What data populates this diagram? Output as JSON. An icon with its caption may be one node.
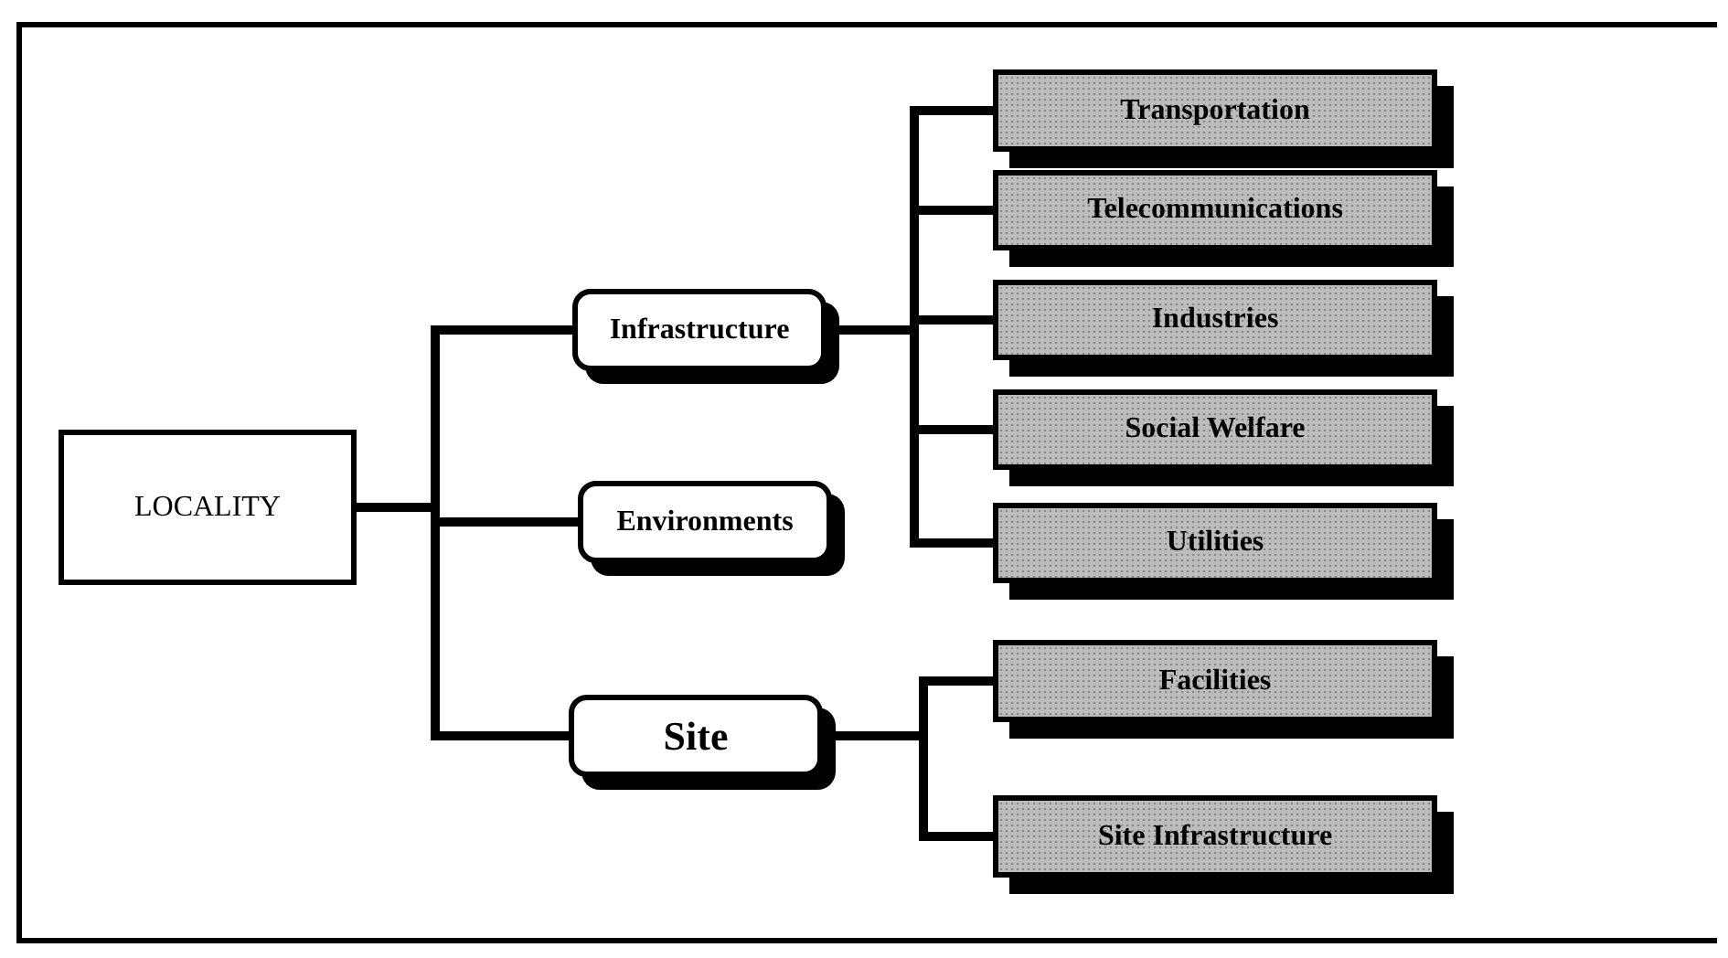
{
  "diagram": {
    "nodes": [
      {
        "text": [
          "LOCALITY"
        ]
      },
      {
        "text": [
          "Infrastructure"
        ]
      },
      {
        "text": [
          "Environments"
        ]
      },
      {
        "text": [
          "Site"
        ]
      },
      {
        "text": [
          "Transportation"
        ]
      },
      {
        "text": [
          "Telecommunications"
        ]
      },
      {
        "text": [
          "Industries"
        ]
      },
      {
        "text": [
          "Social Welfare"
        ]
      },
      {
        "text": [
          "Utilities"
        ]
      },
      {
        "text": [
          "Facilities"
        ]
      },
      {
        "text": [
          "Site Infrastructure"
        ]
      }
    ],
    "edges": [
      {
        "from": 0,
        "to": 1,
        "arrow": "none"
      },
      {
        "from": 0,
        "to": 2,
        "arrow": "none"
      },
      {
        "from": 0,
        "to": 3,
        "arrow": "none"
      },
      {
        "from": 1,
        "to": 4,
        "arrow": "none"
      },
      {
        "from": 1,
        "to": 5,
        "arrow": "none"
      },
      {
        "from": 1,
        "to": 6,
        "arrow": "none"
      },
      {
        "from": 1,
        "to": 7,
        "arrow": "none"
      },
      {
        "from": 1,
        "to": 8,
        "arrow": "none"
      },
      {
        "from": 3,
        "to": 9,
        "arrow": "none"
      },
      {
        "from": 3,
        "to": 10,
        "arrow": "none"
      }
    ]
  }
}
